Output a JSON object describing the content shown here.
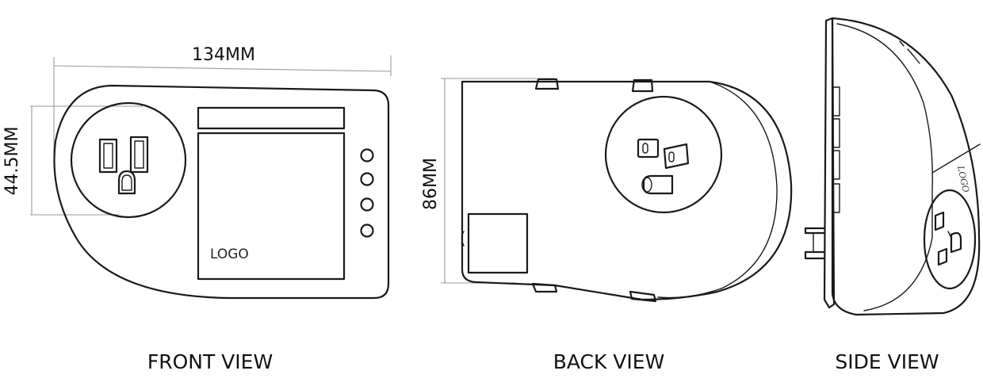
{
  "dimensions": {
    "width": "134MM",
    "height": "44.5MM",
    "depth": "86MM"
  },
  "front_view": {
    "caption": "FRONT VIEW",
    "logo_text": "LOGO",
    "indicator_count": 4
  },
  "back_view": {
    "caption": "BACK VIEW"
  },
  "side_view": {
    "caption": "SIDE VIEW",
    "logo_text": "LOGO"
  },
  "colors": {
    "line": "#1a1a1a",
    "dimension_line": "#9a9a9a",
    "background": "#ffffff"
  }
}
